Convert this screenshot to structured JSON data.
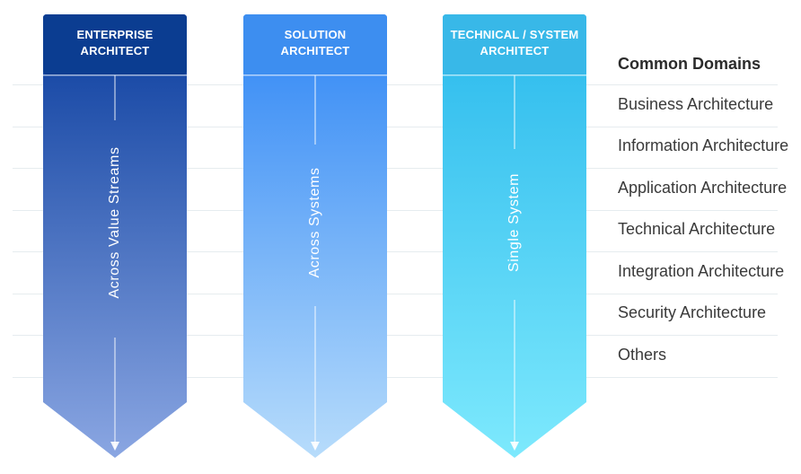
{
  "columns": [
    {
      "title_line1": "ENTERPRISE",
      "title_line2": "ARCHITECT",
      "scope": "Across Value Streams",
      "colors": {
        "header": "#0b3d91",
        "top": "#0a3d9e",
        "bottom": "#8aa6e2"
      }
    },
    {
      "title_line1": "SOLUTION",
      "title_line2": "ARCHITECT",
      "scope": "Across Systems",
      "colors": {
        "header": "#3d8ef0",
        "top": "#2f86f5",
        "bottom": "#b7dcfb"
      }
    },
    {
      "title_line1": "TECHNICAL / SYSTEM",
      "title_line2": "ARCHITECT",
      "scope": "Single System",
      "colors": {
        "header": "#38b8e8",
        "top": "#2ab9ec",
        "bottom": "#7de9fd"
      }
    }
  ],
  "domains": {
    "heading": "Common Domains",
    "items": [
      "Business Architecture",
      "Information Architecture",
      "Application Architecture",
      "Technical Architecture",
      "Integration Architecture",
      "Security Architecture",
      "Others"
    ]
  }
}
